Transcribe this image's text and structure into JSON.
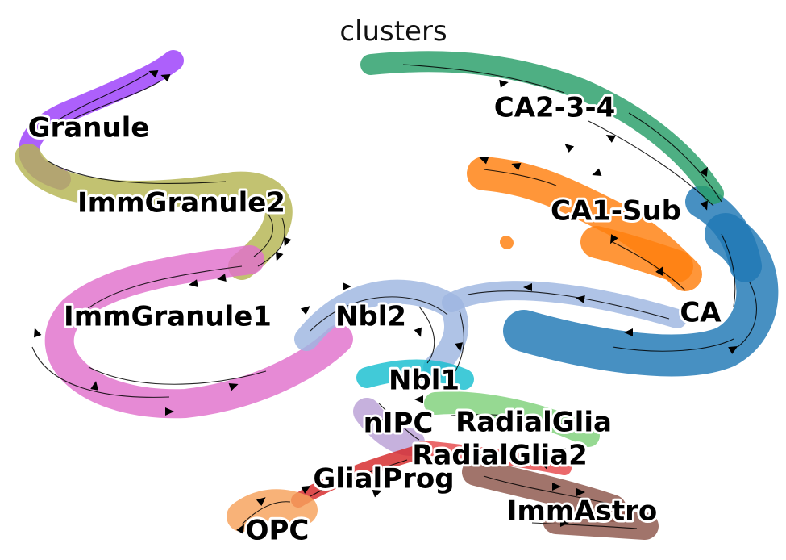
{
  "chart_data": {
    "type": "scatter",
    "title": "clusters",
    "clusters": [
      {
        "name": "Granule",
        "color": "#9b3dfa"
      },
      {
        "name": "ImmGranule2",
        "color": "#b5b552"
      },
      {
        "name": "ImmGranule1",
        "color": "#e070cc"
      },
      {
        "name": "Nbl2",
        "color": "#9db6e0"
      },
      {
        "name": "Nbl1",
        "color": "#17becf"
      },
      {
        "name": "nIPC",
        "color": "#b9a0d6"
      },
      {
        "name": "RadialGlia",
        "color": "#7fd17a"
      },
      {
        "name": "RadialGlia2",
        "color": "#e6484b"
      },
      {
        "name": "GlialProg",
        "color": "#d62728"
      },
      {
        "name": "OPC",
        "color": "#f7a15a"
      },
      {
        "name": "ImmAstro",
        "color": "#8c564b"
      },
      {
        "name": "CA",
        "color": "#1f77b4"
      },
      {
        "name": "CA1-Sub",
        "color": "#ff7f0e"
      },
      {
        "name": "CA2-3-4",
        "color": "#279e68"
      }
    ]
  }
}
